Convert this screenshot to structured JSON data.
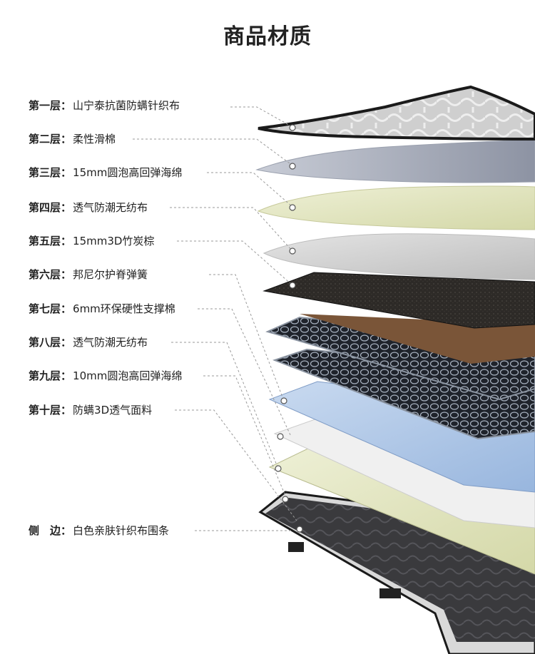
{
  "title": "商品材质",
  "layers": [
    {
      "layer": "第一层",
      "material": "山宁泰抗菌防螨针织布"
    },
    {
      "layer": "第二层",
      "material": "柔性滑棉"
    },
    {
      "layer": "第三层",
      "material": "15mm圆泡高回弹海绵"
    },
    {
      "layer": "第四层",
      "material": "透气防潮无纺布"
    },
    {
      "layer": "第五层",
      "material": "15mm3D竹炭棕"
    },
    {
      "layer": "第六层",
      "material": "邦尼尔护脊弹簧"
    },
    {
      "layer": "第七层",
      "material": "6mm环保硬性支撑棉"
    },
    {
      "layer": "第八层",
      "material": "透气防潮无纺布"
    },
    {
      "layer": "第九层",
      "material": "10mm圆泡高回弹海绵"
    },
    {
      "layer": "第十层",
      "material": "防螨3D透气面料"
    },
    {
      "layer": "侧　边",
      "material": "白色亲肤针织布围条"
    }
  ]
}
